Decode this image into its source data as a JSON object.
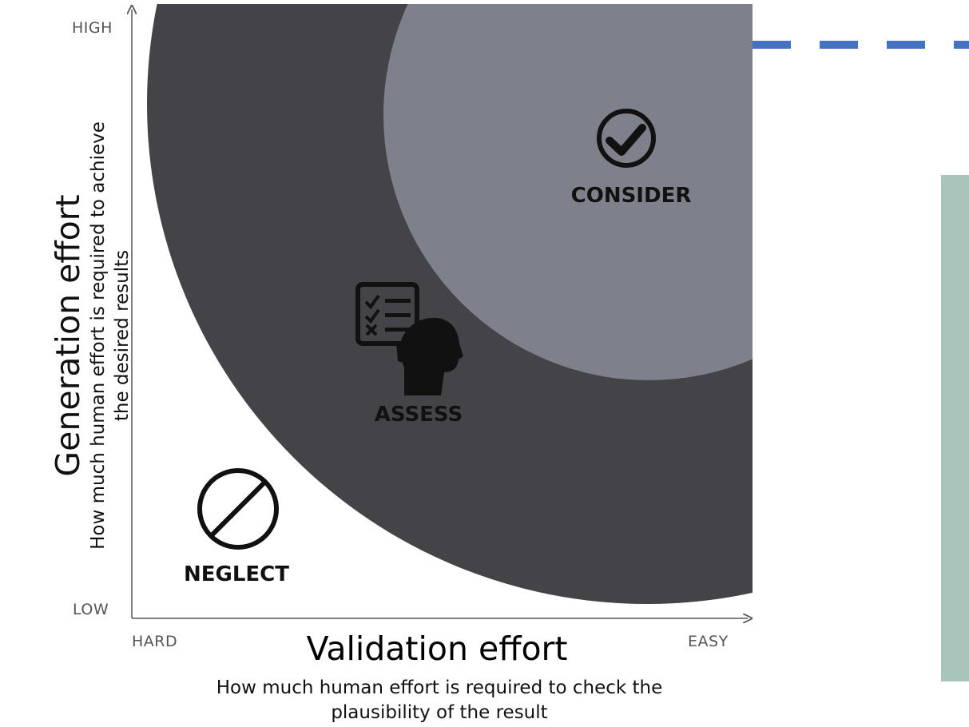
{
  "colors": {
    "outer_circle": "#434348",
    "inner_circle": "#7e818b",
    "dashed_line": "#4472c4",
    "side_panel": "#a9c4bb"
  },
  "y_axis": {
    "title": "Generation effort",
    "description": "How much human effort is required to achieve the desired results",
    "high_label": "HIGH",
    "low_label": "LOW"
  },
  "x_axis": {
    "title": "Validation effort",
    "description_line1": "How much human effort is required to check the",
    "description_line2": "plausibility of the result",
    "hard_label": "HARD",
    "easy_label": "EASY"
  },
  "zones": {
    "consider": {
      "label": "CONSIDER",
      "icon": "checkmark-circle-icon"
    },
    "assess": {
      "label": "ASSESS",
      "icon": "checklist-person-icon"
    },
    "neglect": {
      "label": "NEGLECT",
      "icon": "prohibited-icon"
    }
  }
}
